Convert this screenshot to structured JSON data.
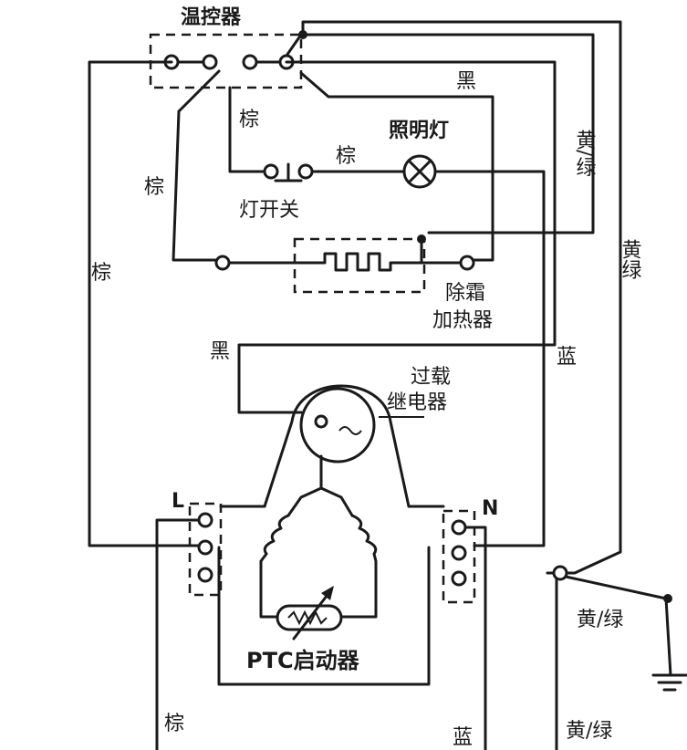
{
  "labels": {
    "thermostat": "温控器",
    "black_top": "黑",
    "brown_1": "棕",
    "brown_2": "棕",
    "lamp": "照明灯",
    "brown_left": "棕",
    "lamp_switch": "灯开关",
    "brown_far_left": "棕",
    "yellow_green_vertical": "黄/绿",
    "yellow_green_vertical_2": "黄绿",
    "defrost_heater_line1": "除霜",
    "defrost_heater_line2": "加热器",
    "black_mid": "黑",
    "blue_right": "蓝",
    "overload_relay_line1": "过载",
    "overload_relay_line2": "继电器",
    "terminal_L": "L",
    "terminal_N": "N",
    "ptc_starter": "PTC启动器",
    "yellow_green_ground": "黄/绿",
    "brown_bottom": "棕",
    "blue_bottom": "蓝",
    "yellow_green_bottom": "黄/绿"
  }
}
